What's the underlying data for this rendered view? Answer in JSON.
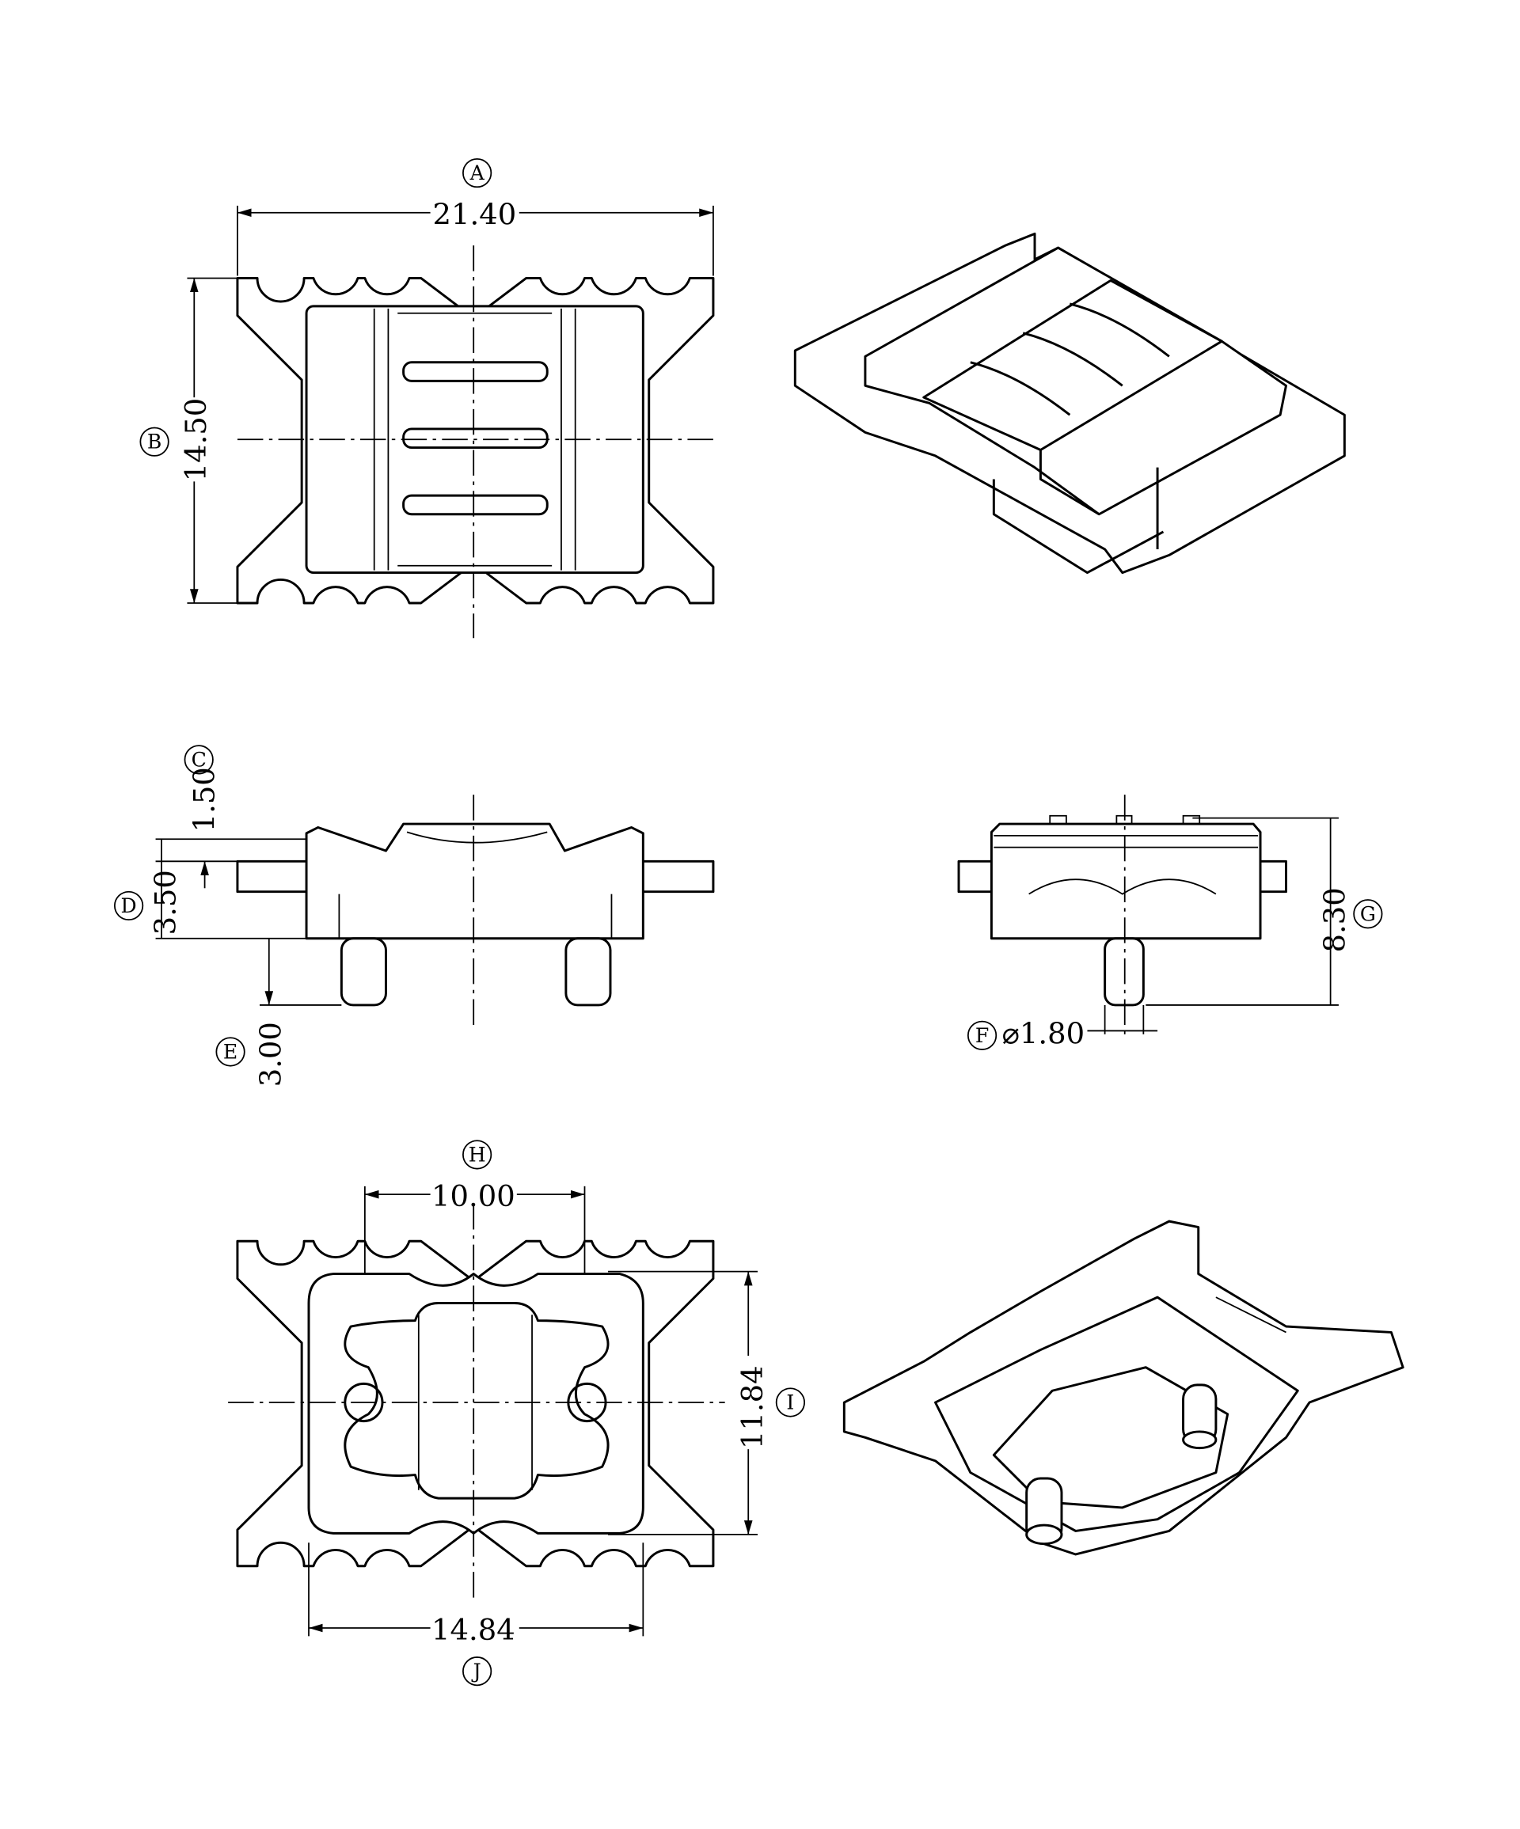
{
  "drawing": {
    "top_view": {
      "label_width": "A",
      "width": "21.40",
      "label_height": "B",
      "height": "14.50"
    },
    "front_view": {
      "label_c": "C",
      "dim_c": "1.50",
      "label_d": "D",
      "dim_d": "3.50",
      "label_e": "E",
      "dim_e": "3.00"
    },
    "side_view": {
      "label_f": "F",
      "dim_f": "⌀1.80",
      "label_g": "G",
      "dim_g": "8.30"
    },
    "bottom_view": {
      "label_h": "H",
      "dim_h": "10.00",
      "label_i": "I",
      "dim_i": "11.84",
      "label_j": "J",
      "dim_j": "14.84"
    }
  }
}
